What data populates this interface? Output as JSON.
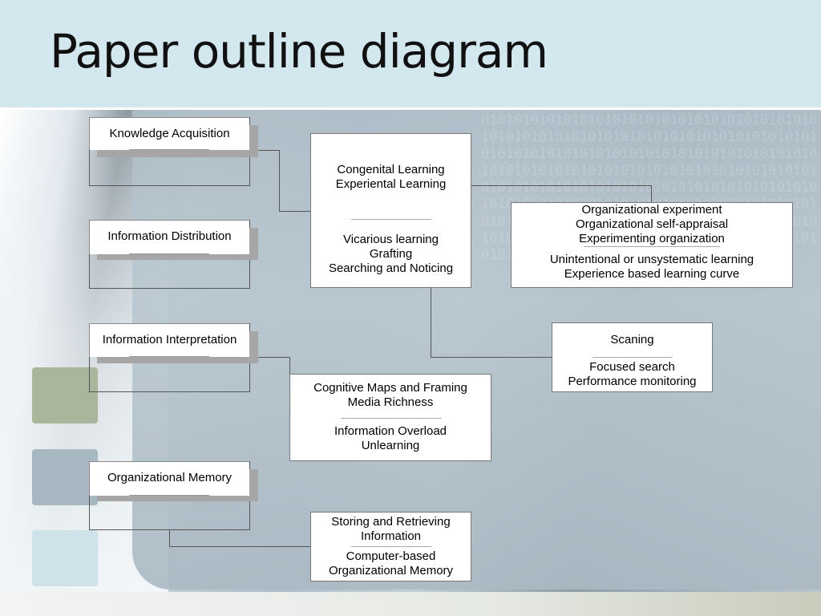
{
  "title": "Paper outline diagram",
  "categories": [
    "Knowledge Acquisition",
    "Information Distribution",
    "Information Interpretation",
    "Organizational Memory"
  ],
  "acquisition_box": {
    "top": [
      "Congenital Learning",
      "Experiental Learning"
    ],
    "bottom": [
      "Vicarious learning",
      "Grafting",
      "Searching and Noticing"
    ]
  },
  "experiment_box": {
    "top": [
      "Organizational experiment",
      "Organizational self-appraisal",
      "Experimenting organization"
    ],
    "bottom": [
      "Unintentional or unsystematic learning",
      "Experience based learning curve"
    ]
  },
  "scan_box": {
    "top": [
      "Scaning"
    ],
    "bottom": [
      "Focused search",
      "Performance monitoring"
    ]
  },
  "interpretation_box": {
    "top": [
      "Cognitive Maps and Framing",
      "Media Richness"
    ],
    "bottom": [
      "Information Overload",
      "Unlearning"
    ]
  },
  "memory_box": {
    "top": [
      "Storing and Retrieving",
      "Information"
    ],
    "bottom": [
      "Computer-based",
      "Organizational Memory"
    ]
  }
}
